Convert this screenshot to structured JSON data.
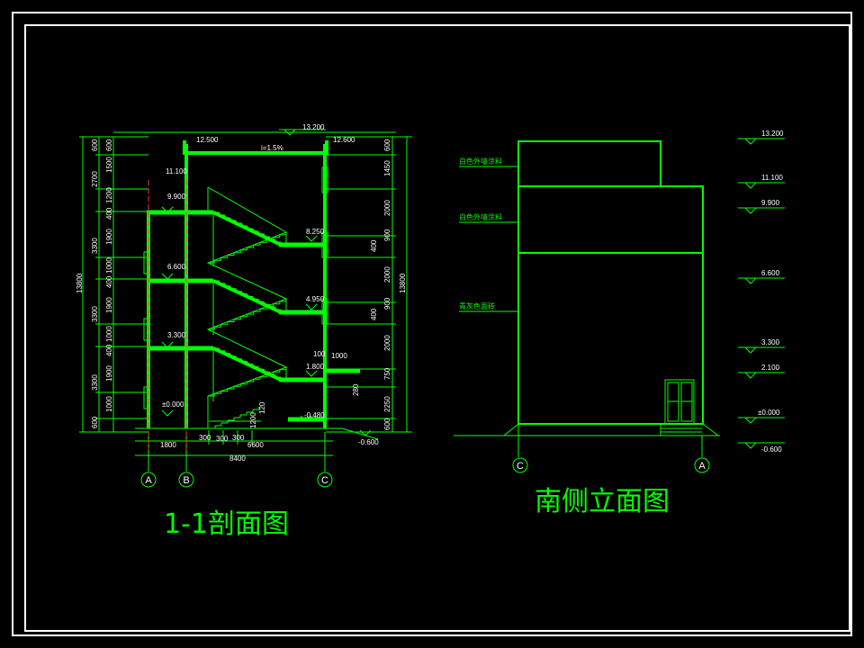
{
  "section": {
    "title": "1-1剖面图",
    "elev_roof": "13.200",
    "elev_parapet_left": "12.500",
    "elev_parapet_right": "12.600",
    "slope_note": "i=1.5%",
    "elev_11100": "11.100",
    "elev_9900": "9.900",
    "elev_8250": "8.250",
    "elev_6600": "6.600",
    "elev_4950": "4.950",
    "elev_3300": "3.300",
    "elev_1800": "1.800",
    "elev_0": "±0.000",
    "elev_m0480": "-0.480",
    "elev_m0600": "-0.600",
    "total_height": "13800",
    "total_width": "8400",
    "dim_1800": "1800",
    "dim_6600": "6600",
    "dims_300": [
      "300",
      "300",
      "300"
    ],
    "left_dims": [
      "600",
      "2700",
      "1200",
      "400",
      "3300",
      "1900",
      "1000",
      "400",
      "3300",
      "1900",
      "1000",
      "400",
      "3300",
      "1900",
      "1000",
      "600"
    ],
    "left_dims_top": [
      "600",
      "1500"
    ],
    "right_dims": [
      "600",
      "1450",
      "2000",
      "400",
      "900",
      "2000",
      "400",
      "900",
      "2000",
      "750",
      "2250",
      "600"
    ],
    "note_100": "100",
    "note_1000": "1000",
    "note_280": "280",
    "note_1200": "1200",
    "note_120": "120",
    "axes": [
      "A",
      "B",
      "C"
    ]
  },
  "elevation": {
    "title": "南侧立面图",
    "labels": [
      "白色外墙涂料",
      "白色外墙涂料",
      "青灰色面砖"
    ],
    "levels": [
      "13.200",
      "11.100",
      "9.900",
      "6.600",
      "3.300",
      "2.100",
      "±0.000",
      "-0.600"
    ],
    "axes": [
      "C",
      "A"
    ]
  },
  "colors": {
    "line": "#00ff00",
    "white": "#ffffff",
    "red": "#ff3030",
    "bg": "#000000"
  }
}
